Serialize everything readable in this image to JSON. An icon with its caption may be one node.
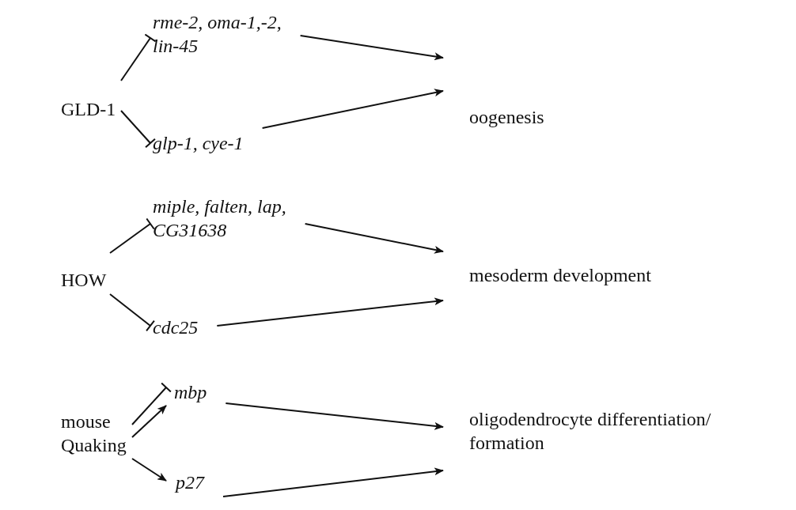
{
  "diagram": {
    "nodes": [
      {
        "text": [
          "GLD-1"
        ]
      },
      {
        "text": [
          "rme-2, oma-1,-2, lin-45"
        ]
      },
      {
        "text": [
          "glp-1, cye-1"
        ]
      },
      {
        "text": [
          "oogenesis"
        ]
      },
      {
        "text": [
          "HOW"
        ]
      },
      {
        "text": [
          "miple, falten, lap, CG31638"
        ]
      },
      {
        "text": [
          "cdc25"
        ]
      },
      {
        "text": [
          "mesoderm development"
        ]
      },
      {
        "text": [
          "mouse Quaking"
        ]
      },
      {
        "text": [
          "mbp"
        ]
      },
      {
        "text": [
          "p27"
        ]
      },
      {
        "text": [
          "oligodendrocyte differentiation/ formation"
        ]
      }
    ],
    "edges": [
      {
        "from": 0,
        "to": 1,
        "arrow": "other"
      },
      {
        "from": 0,
        "to": 2,
        "arrow": "other"
      },
      {
        "from": 1,
        "to": 3,
        "arrow": "to"
      },
      {
        "from": 2,
        "to": 3,
        "arrow": "to"
      },
      {
        "from": 4,
        "to": 5,
        "arrow": "other"
      },
      {
        "from": 4,
        "to": 6,
        "arrow": "other"
      },
      {
        "from": 5,
        "to": 7,
        "arrow": "to"
      },
      {
        "from": 6,
        "to": 7,
        "arrow": "to"
      },
      {
        "from": 8,
        "to": 9,
        "arrow": "other"
      },
      {
        "from": 8,
        "to": 9,
        "arrow": "to"
      },
      {
        "from": 8,
        "to": 10,
        "arrow": "to"
      },
      {
        "from": 9,
        "to": 11,
        "arrow": "to"
      },
      {
        "from": 10,
        "to": 11,
        "arrow": "to"
      }
    ]
  }
}
